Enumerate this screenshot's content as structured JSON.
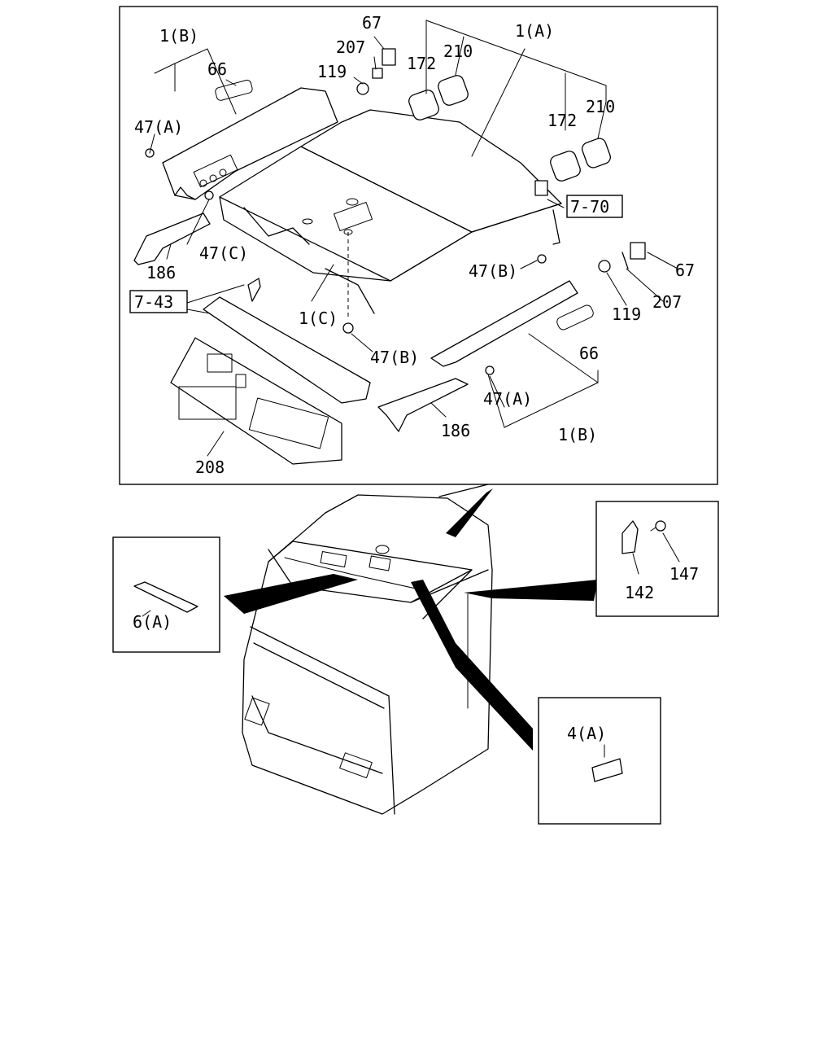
{
  "labels": {
    "l_1b_top": "1(B)",
    "l_66_top": "66",
    "l_47a_top": "47(A)",
    "l_47c": "47(C)",
    "l_186_left": "186",
    "l_67_top": "67",
    "l_207_top": "207",
    "l_119_top": "119",
    "l_172_left": "172",
    "l_210_left": "210",
    "l_1a": "1(A)",
    "l_172_right": "172",
    "l_210_right": "210",
    "l_47b_upper": "47(B)",
    "l_67_right": "67",
    "l_207_right": "207",
    "l_119_right": "119",
    "l_66_right": "66",
    "l_47a_bottom": "47(A)",
    "l_1b_bottom": "1(B)",
    "l_186_right": "186",
    "l_1c": "1(C)",
    "l_47b_lower": "47(B)",
    "l_208": "208",
    "l_6a": "6(A)",
    "l_142": "142",
    "l_147": "147",
    "l_4a": "4(A)"
  },
  "refs": {
    "ref_770": "7-70",
    "ref_743": "7-43"
  }
}
